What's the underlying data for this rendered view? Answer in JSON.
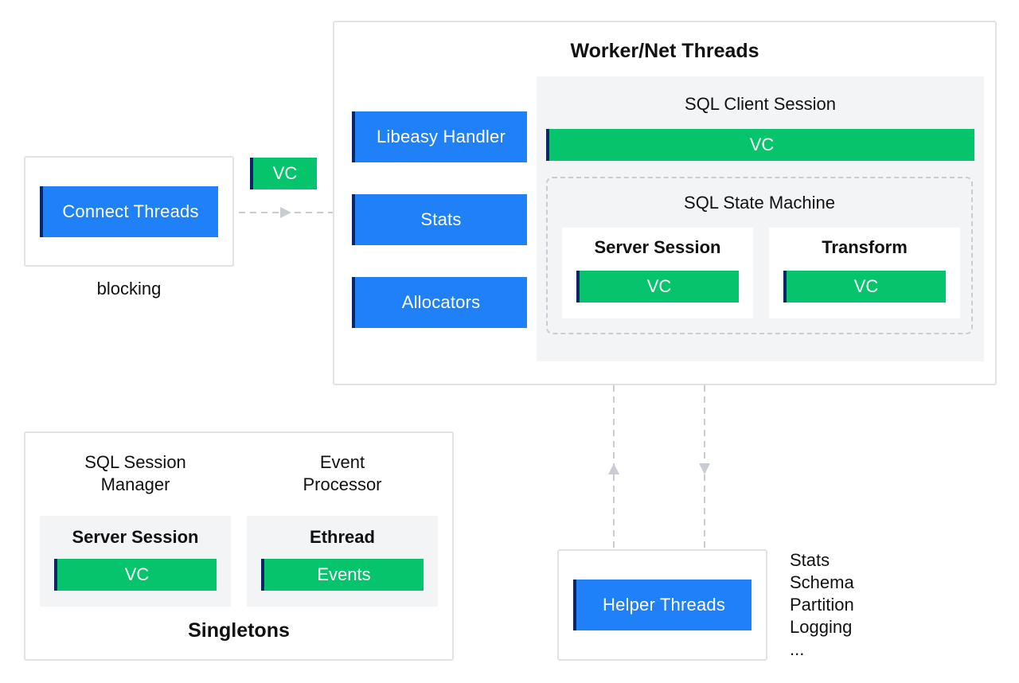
{
  "connect_threads": {
    "label": "Connect Threads",
    "caption": "blocking",
    "vc_label": "VC"
  },
  "worker": {
    "title": "Worker/Net Threads",
    "left_items": [
      "Libeasy Handler",
      "Stats",
      "Allocators"
    ],
    "client_session": {
      "title": "SQL Client Session",
      "vc_label": "VC",
      "state_machine": {
        "title": "SQL State Machine",
        "server_session": {
          "title": "Server Session",
          "vc_label": "VC"
        },
        "transform": {
          "title": "Transform",
          "vc_label": "VC"
        }
      }
    }
  },
  "singletons": {
    "title": "Singletons",
    "session_manager": {
      "line1": "SQL Session",
      "line2": "Manager",
      "card_title": "Server Session",
      "card_bar": "VC"
    },
    "event_processor": {
      "line1": "Event",
      "line2": "Processor",
      "card_title": "Ethread",
      "card_bar": "Events"
    }
  },
  "helper": {
    "label": "Helper Threads",
    "list": [
      "Stats",
      "Schema",
      "Partition",
      "Logging",
      "..."
    ]
  },
  "colors": {
    "blue": "#2080f8",
    "green": "#05c46b",
    "accent_dark": "#0d2563",
    "panel_border": "#dfe2e7",
    "gray_fill": "#f3f4f6",
    "connector": "#c9ccd2"
  }
}
